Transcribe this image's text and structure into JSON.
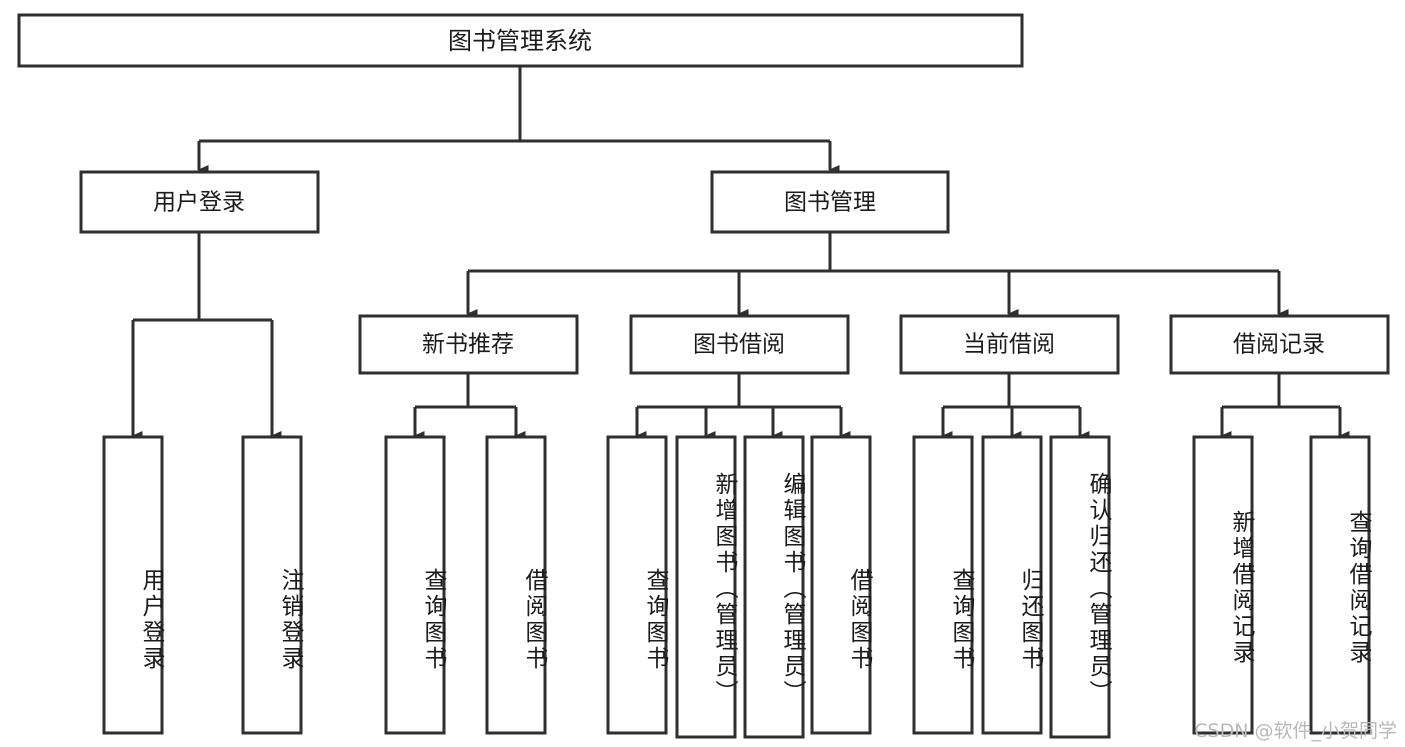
{
  "diagram": {
    "type": "tree",
    "title": "图书管理系统",
    "root": {
      "id": "root",
      "label": "图书管理系统"
    },
    "level2": [
      {
        "id": "user-login",
        "label": "用户登录"
      },
      {
        "id": "book-manage",
        "label": "图书管理"
      }
    ],
    "level3": [
      {
        "id": "new-book-rec",
        "label": "新书推荐",
        "parent": "book-manage"
      },
      {
        "id": "book-borrow",
        "label": "图书借阅",
        "parent": "book-manage"
      },
      {
        "id": "current-borrow",
        "label": "当前借阅",
        "parent": "book-manage"
      },
      {
        "id": "borrow-record",
        "label": "借阅记录",
        "parent": "book-manage"
      }
    ],
    "leaves": [
      {
        "id": "leaf-user-login",
        "label": "用户登录",
        "parent": "user-login"
      },
      {
        "id": "leaf-user-logout",
        "label": "注销登录",
        "parent": "user-login"
      },
      {
        "id": "leaf-query-book-1",
        "label": "查询图书",
        "parent": "new-book-rec"
      },
      {
        "id": "leaf-borrow-book-1",
        "label": "借阅图书",
        "parent": "new-book-rec"
      },
      {
        "id": "leaf-query-book-2",
        "label": "查询图书",
        "parent": "book-borrow"
      },
      {
        "id": "leaf-add-book",
        "label": "新增图书（管理员）",
        "parent": "book-borrow"
      },
      {
        "id": "leaf-edit-book",
        "label": "编辑图书（管理员）",
        "parent": "book-borrow"
      },
      {
        "id": "leaf-borrow-book-2",
        "label": "借阅图书",
        "parent": "book-borrow"
      },
      {
        "id": "leaf-query-book-3",
        "label": "查询图书",
        "parent": "current-borrow"
      },
      {
        "id": "leaf-return-book",
        "label": "归还图书",
        "parent": "current-borrow"
      },
      {
        "id": "leaf-confirm-return",
        "label": "确认归还（管理员）",
        "parent": "current-borrow"
      },
      {
        "id": "leaf-add-record",
        "label": "新增借阅记录",
        "parent": "borrow-record"
      },
      {
        "id": "leaf-query-record",
        "label": "查询借阅记录",
        "parent": "borrow-record"
      }
    ],
    "colors": {
      "stroke": "#2f2f2f",
      "fill": "#ffffff",
      "text": "#1b1b1b",
      "watermark": "#b9b9b9",
      "background": "#ffffff"
    }
  },
  "watermark": {
    "text": "CSDN @软件_小贺同学"
  }
}
